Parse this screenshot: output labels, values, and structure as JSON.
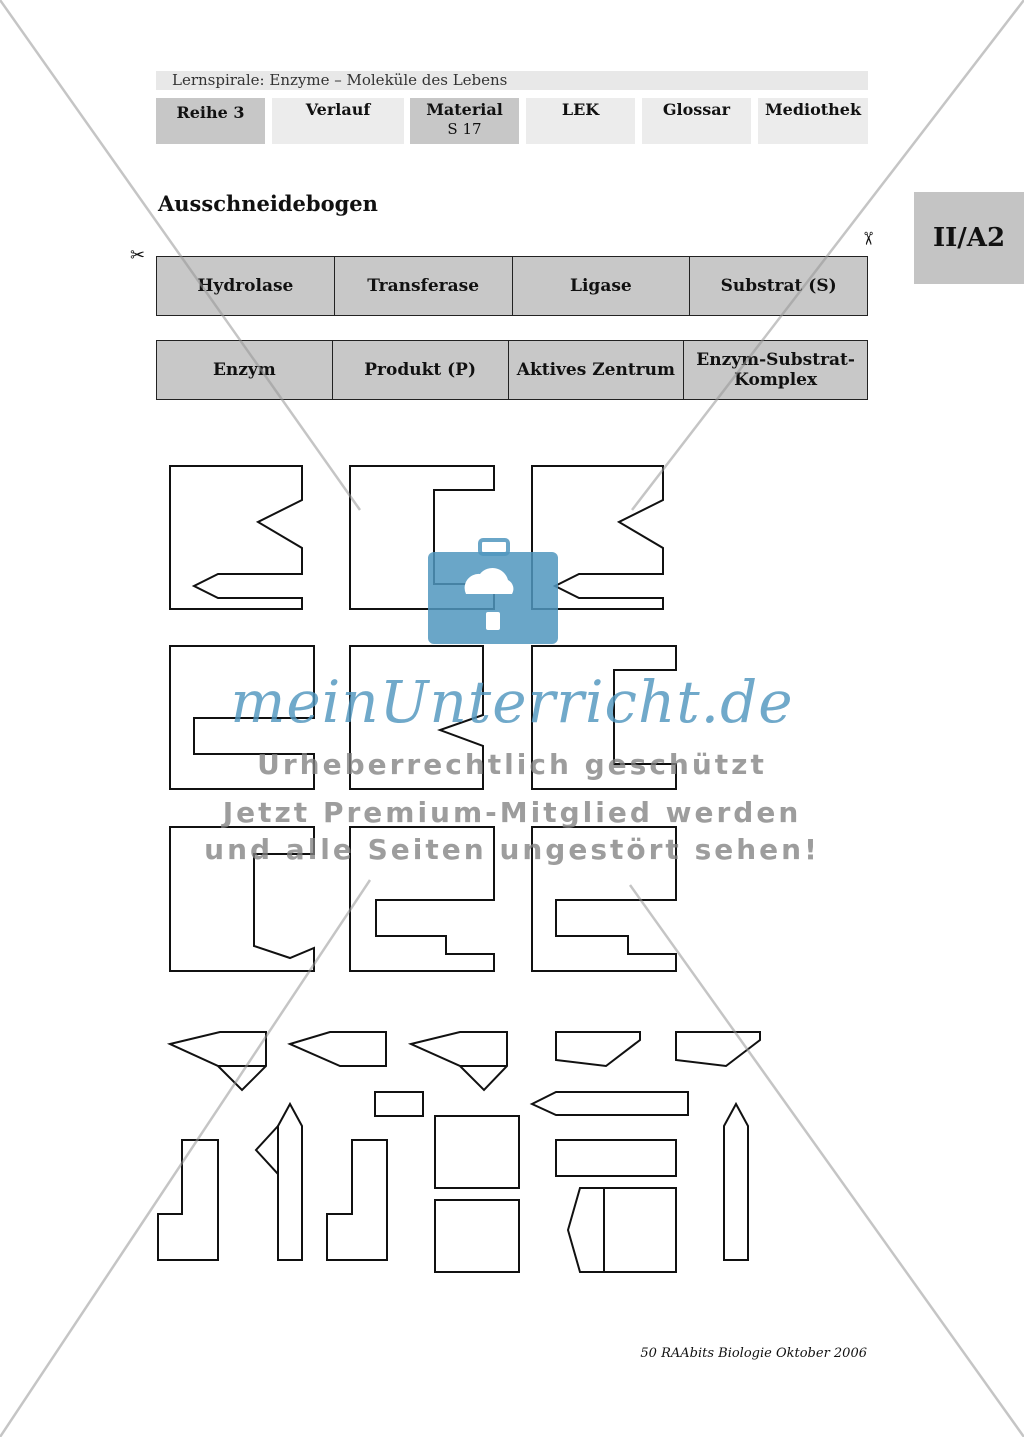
{
  "header": {
    "title": "Lernspirale: Enzyme – Moleküle des Lebens",
    "tabs": [
      {
        "label": "Reihe 3",
        "sub": ""
      },
      {
        "label": "Verlauf",
        "sub": ""
      },
      {
        "label": "Material",
        "sub": "S 17"
      },
      {
        "label": "LEK",
        "sub": ""
      },
      {
        "label": "Glossar",
        "sub": ""
      },
      {
        "label": "Mediothek",
        "sub": ""
      }
    ]
  },
  "side_tab": "II/A2",
  "heading": "Ausschneidebogen",
  "scissors_symbol": "✂",
  "labels_row1": [
    "Hydrolase",
    "Transferase",
    "Ligase",
    "Substrat (S)"
  ],
  "labels_row2": [
    "Enzym",
    "Produkt (P)",
    "Aktives Zentrum",
    "Enzym-Substrat-Komplex"
  ],
  "watermark": {
    "brand": "meinUnterricht.de",
    "line1": "Urheberrechtlich geschützt",
    "line2": "Jetzt Premium-Mitglied werden",
    "line3": "und alle Seiten ungestört sehen!",
    "color_brand": "#5a9cc0"
  },
  "footer": "50 RAAbits Biologie Oktober 2006"
}
